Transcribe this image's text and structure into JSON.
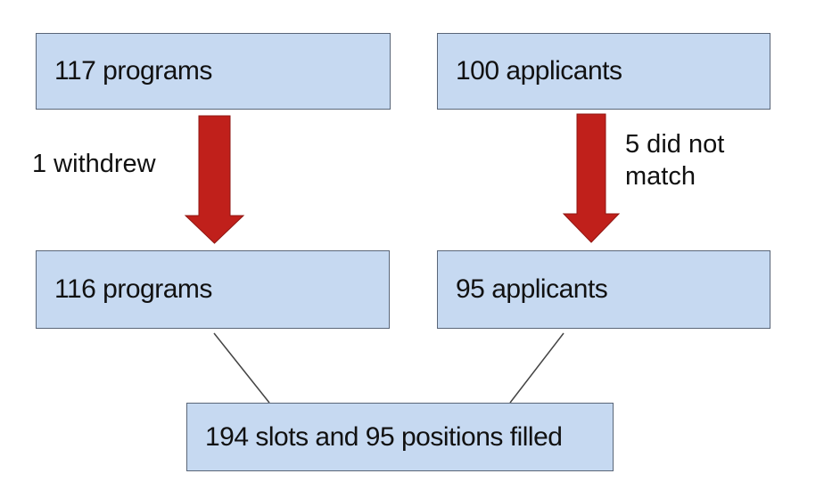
{
  "boxes": {
    "programs_top": "117 programs",
    "applicants_top": "100 applicants",
    "programs_bottom": "116 programs",
    "applicants_bottom": "95 applicants",
    "result": "194 slots and 95 positions filled"
  },
  "annotations": {
    "left_arrow": "1 withdrew",
    "right_arrow_line1": "5 did not",
    "right_arrow_line2": "match"
  },
  "colors": {
    "box_fill": "#c6d9f1",
    "arrow_fill": "#c0201b",
    "line": "#444444"
  }
}
